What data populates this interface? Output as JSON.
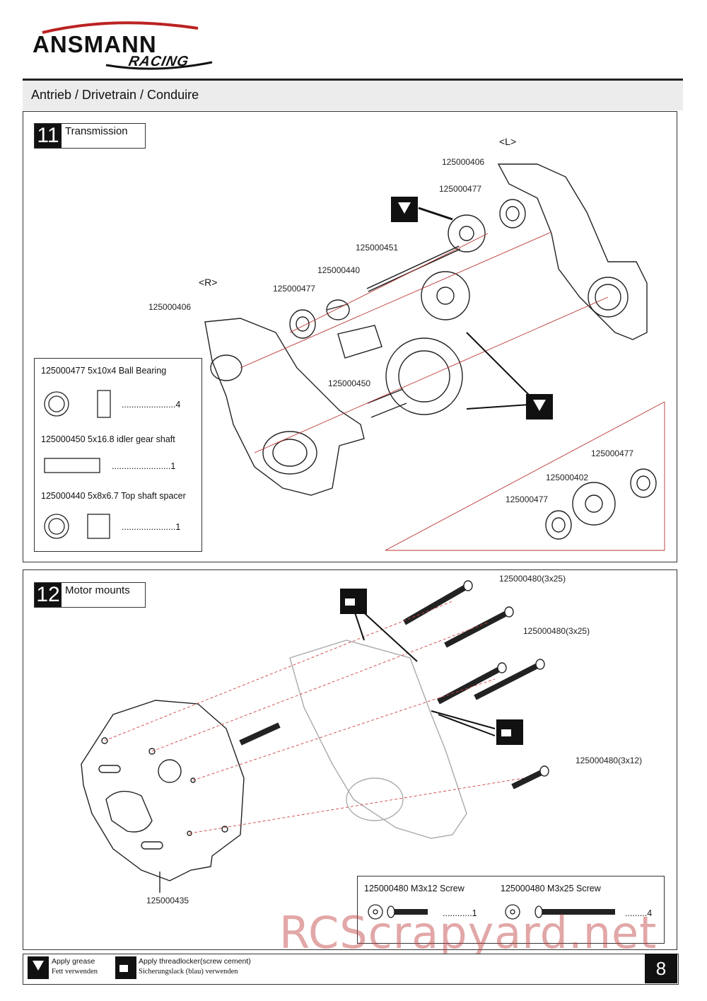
{
  "brand": {
    "name": "ANSMANN",
    "sub": "RACING"
  },
  "section_title": "Antrieb / Drivetrain /  Conduire",
  "step11": {
    "number": "11",
    "title": "Transmission",
    "side_left": "<L>",
    "side_right": "<R>",
    "labels": {
      "l406": "125000406",
      "l477a": "125000477",
      "l451": "125000451",
      "l440": "125000440",
      "l477b": "125000477",
      "r406": "125000406",
      "l450": "125000450",
      "d477a": "125000477",
      "d402": "125000402",
      "d477b": "125000477"
    },
    "legend": [
      {
        "code": "125000477   5x10x4 Ball Bearing",
        "qty": "......................4"
      },
      {
        "code": "125000450   5x16.8  idler gear shaft",
        "qty": "........................1"
      },
      {
        "code": "125000440 5x8x6.7 Top shaft spacer",
        "qty": "......................1"
      }
    ]
  },
  "step12": {
    "number": "12",
    "title": "Motor mounts",
    "labels": {
      "s1": "125000480(3x25)",
      "s2": "125000480(3x25)",
      "s3": "125000480(3x12)",
      "plate": "125000435"
    },
    "legend": [
      {
        "code": "125000480    M3x12 Screw",
        "qty": "............1"
      },
      {
        "code": "125000480    M3x25 Screw",
        "qty": ".........4"
      }
    ]
  },
  "footer": {
    "grease_en": "Apply grease",
    "grease_de": "Fett verwenden",
    "thread_en": "Apply threadlocker(screw cement)",
    "thread_de": "Sicherungslack (blau) verwenden",
    "page": "8"
  },
  "watermark": "RCScrapyard.net"
}
